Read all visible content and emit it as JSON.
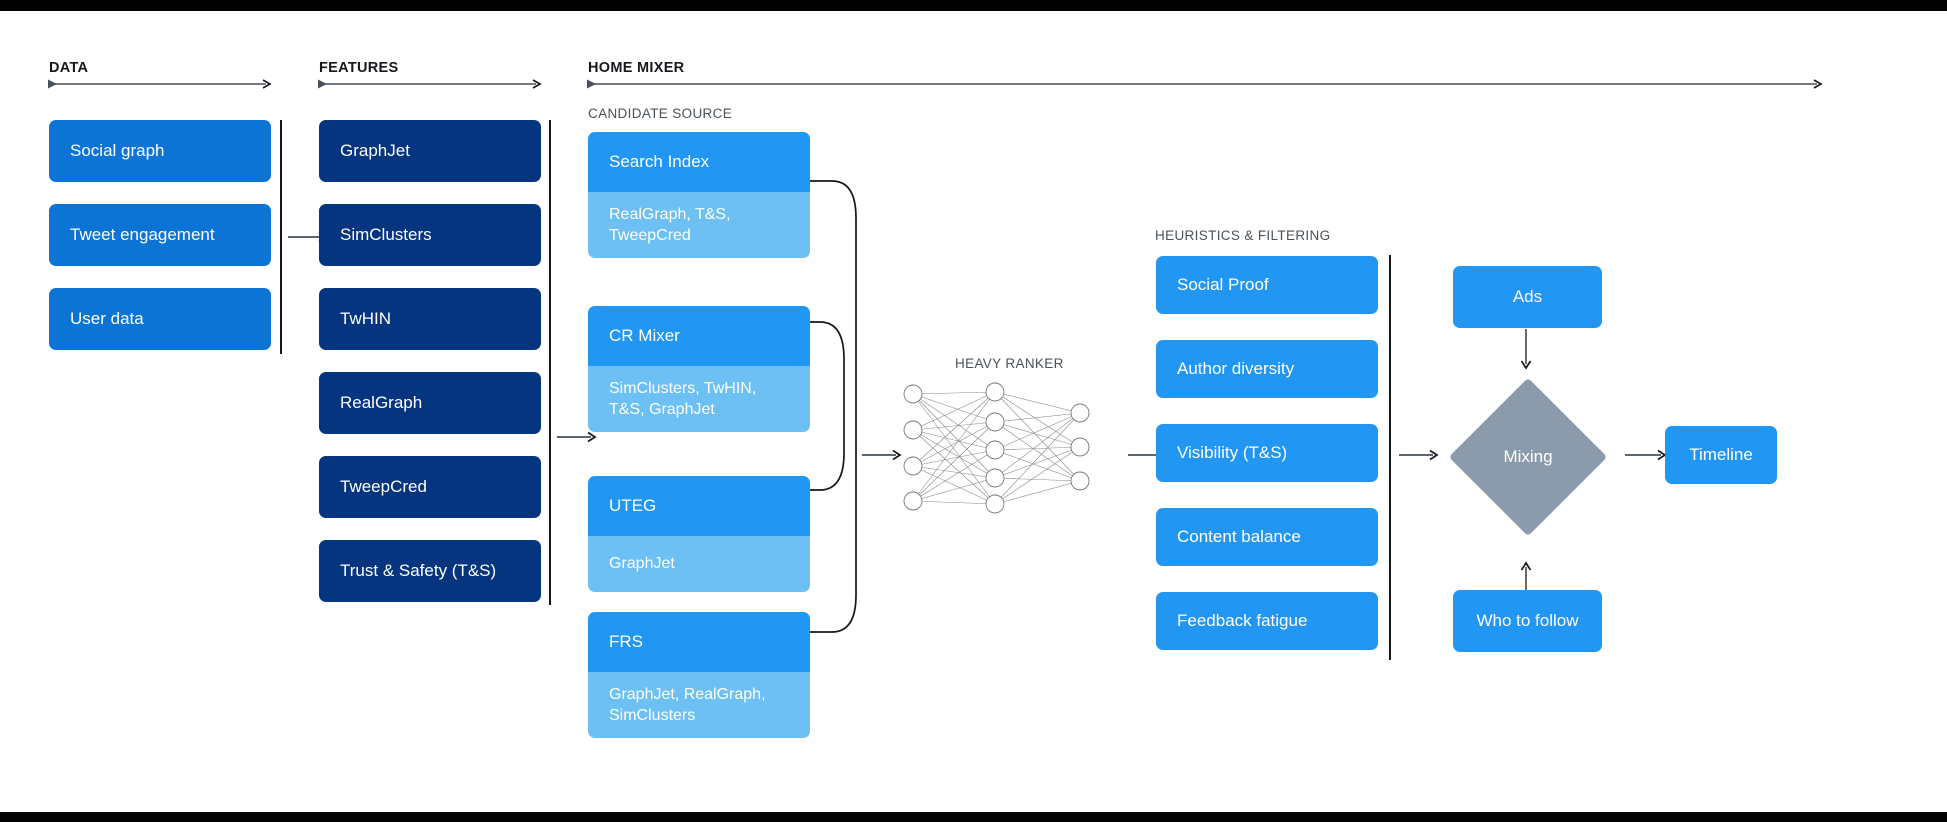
{
  "sections": {
    "data": {
      "label": "DATA"
    },
    "features": {
      "label": "FEATURES"
    },
    "home_mixer": {
      "label": "HOME MIXER"
    },
    "candidate_source": {
      "label": "CANDIDATE SOURCE"
    },
    "heavy_ranker": {
      "label": "HEAVY RANKER"
    },
    "heuristics": {
      "label": "HEURISTICS & FILTERING"
    }
  },
  "data_boxes": [
    {
      "label": "Social graph"
    },
    {
      "label": "Tweet engagement"
    },
    {
      "label": "User data"
    }
  ],
  "feature_boxes": [
    {
      "label": "GraphJet"
    },
    {
      "label": "SimClusters"
    },
    {
      "label": "TwHIN"
    },
    {
      "label": "RealGraph"
    },
    {
      "label": "TweepCred"
    },
    {
      "label": "Trust & Safety (T&S)"
    }
  ],
  "candidate_sources": [
    {
      "title": "Search Index",
      "features": "RealGraph, T&S,\nTweepCred"
    },
    {
      "title": "CR Mixer",
      "features": "SimClusters, TwHIN,\nT&S, GraphJet"
    },
    {
      "title": "UTEG",
      "features": "GraphJet"
    },
    {
      "title": "FRS",
      "features": "GraphJet, RealGraph,\nSimClusters"
    }
  ],
  "heuristic_boxes": [
    {
      "label": "Social Proof"
    },
    {
      "label": "Author diversity"
    },
    {
      "label": "Visibility (T&S)"
    },
    {
      "label": "Content balance"
    },
    {
      "label": "Feedback fatigue"
    }
  ],
  "output_stage": {
    "ads": "Ads",
    "mixing": "Mixing",
    "who_to_follow": "Who to follow",
    "timeline": "Timeline"
  },
  "neural_net": {
    "input_nodes": 4,
    "hidden_nodes": 5,
    "output_nodes": 3
  },
  "colors": {
    "data_box": "#0c74d4",
    "feature_box": "#05357e",
    "candidate_head": "#2196f3",
    "candidate_body": "#6cc0f3",
    "heuristic_box": "#2196f3",
    "mixing_diamond": "#8c9bab",
    "arrow": "#4a5158",
    "bar": "#000000"
  }
}
